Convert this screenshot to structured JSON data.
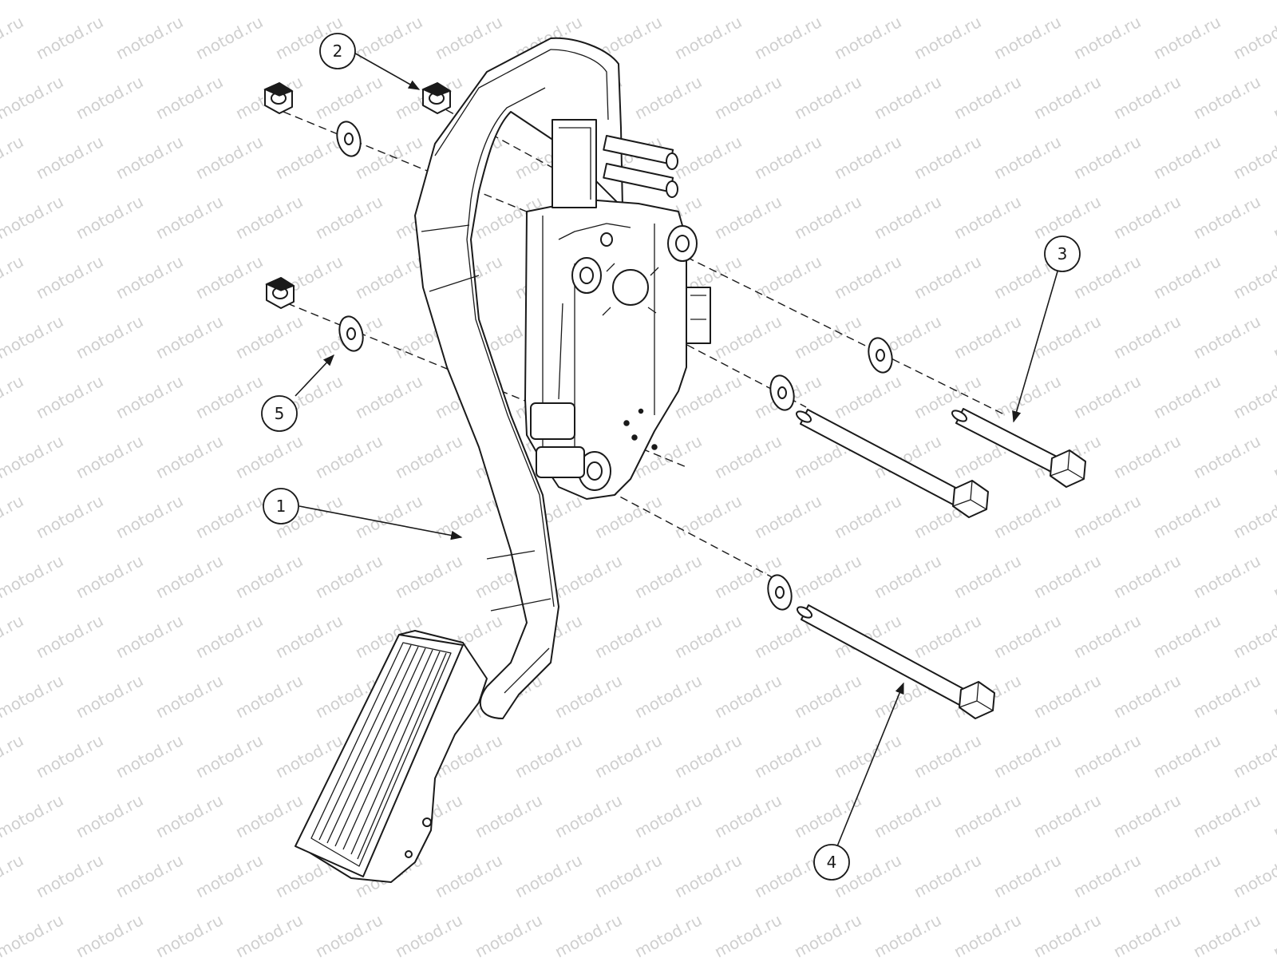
{
  "watermark": {
    "text": "motod.ru"
  },
  "callouts": [
    {
      "id": "callout-1",
      "label": "1"
    },
    {
      "id": "callout-2",
      "label": "2"
    },
    {
      "id": "callout-3",
      "label": "3"
    },
    {
      "id": "callout-4",
      "label": "4"
    },
    {
      "id": "callout-5",
      "label": "5"
    }
  ]
}
